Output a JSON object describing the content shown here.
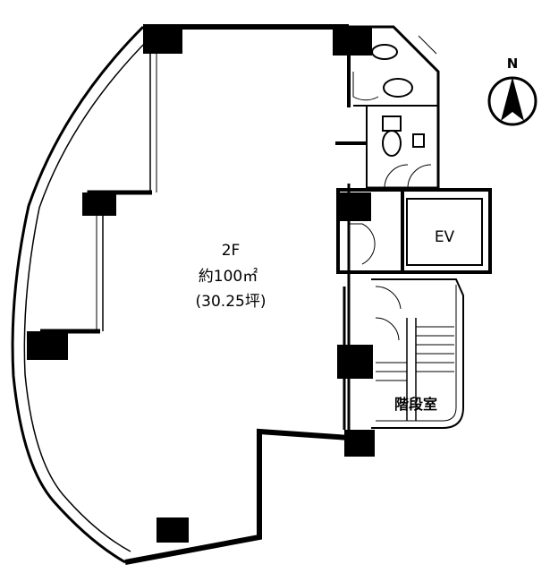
{
  "floor": {
    "name": "2F",
    "area": "約100㎡",
    "area_tsubo": "(30.25坪)"
  },
  "rooms": {
    "elevator": "EV",
    "stairwell": "階段室"
  },
  "compass": {
    "north_label": "N"
  }
}
